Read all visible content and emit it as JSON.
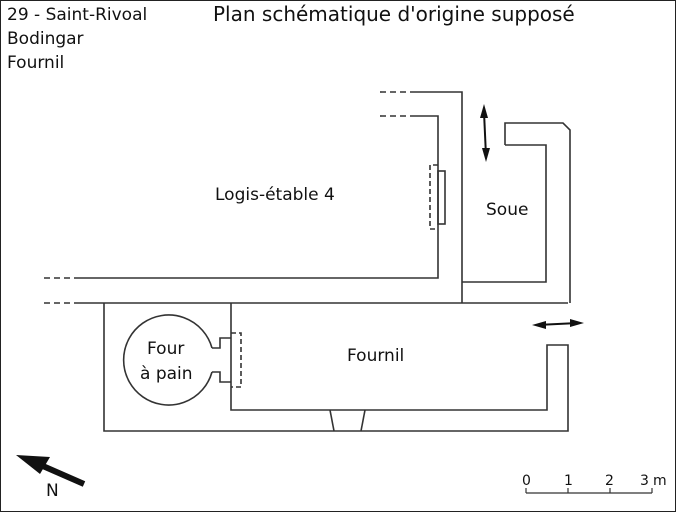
{
  "header": {
    "site_lines": [
      "29 - Saint-Rivoal",
      "Bodingar",
      "Fournil"
    ],
    "title": "Plan schématique d'origine supposé"
  },
  "rooms": {
    "logis": "Logis-étable 4",
    "soue": "Soue",
    "fournil": "Fournil",
    "four_line1": "Four",
    "four_line2": "à pain"
  },
  "north_arrow": {
    "label": "N",
    "icon": "north-arrow-icon"
  },
  "scale_bar": {
    "ticks": [
      "0",
      "1",
      "2",
      "3"
    ],
    "unit": "m"
  },
  "circulation_arrows": [
    {
      "icon": "double-arrow-vertical-icon"
    },
    {
      "icon": "double-arrow-horizontal-icon"
    }
  ],
  "colors": {
    "wall": "#333333",
    "text": "#111111",
    "background": "#ffffff"
  }
}
